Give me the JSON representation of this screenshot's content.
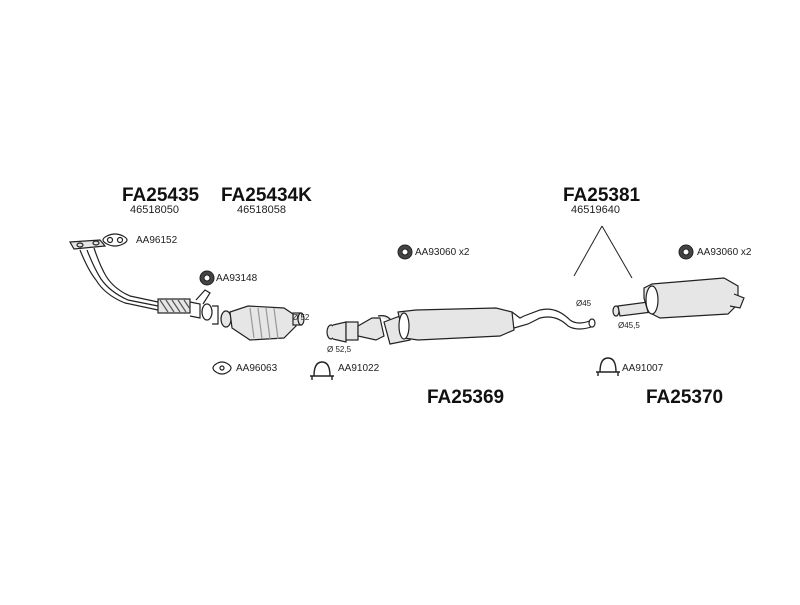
{
  "parts": {
    "p1": {
      "code": "FA25435",
      "oem": "46518050"
    },
    "p2": {
      "code": "FA25434K",
      "oem": "46518058"
    },
    "p3": {
      "code": "FA25381",
      "oem": "46519640"
    },
    "p4": {
      "code": "FA25369"
    },
    "p5": {
      "code": "FA25370"
    }
  },
  "accessories": {
    "gasket_front": "AA96152",
    "rubber_hanger_1": "AA93148",
    "gasket_cat": "AA96063",
    "clamp_1": "AA91022",
    "rubber_hanger_2": "AA93060 x2",
    "rubber_hanger_3": "AA93060 x2",
    "clamp_2": "AA91007"
  },
  "diameters": {
    "d1": "Ø 52",
    "d2": "Ø 52,5",
    "d3": "Ø45",
    "d4": "Ø45,5"
  },
  "colors": {
    "line": "#222222",
    "fill": "#e6e6e6",
    "dark": "#555555"
  }
}
